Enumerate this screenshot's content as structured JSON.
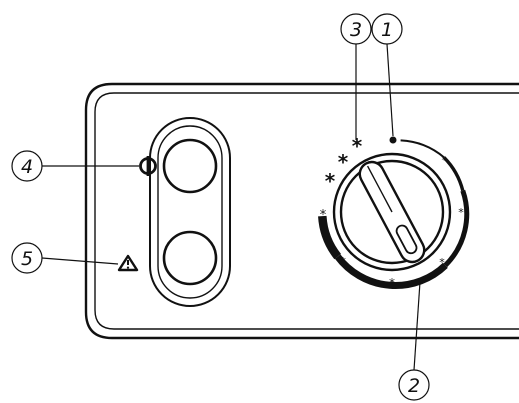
{
  "diagram": {
    "callouts": [
      {
        "id": "c1",
        "label": "1",
        "target": "indicator-dot"
      },
      {
        "id": "c2",
        "label": "2",
        "target": "temperature-scale"
      },
      {
        "id": "c3",
        "label": "3",
        "target": "three-star-mark"
      },
      {
        "id": "c4",
        "label": "4",
        "target": "power-button"
      },
      {
        "id": "c5",
        "label": "5",
        "target": "warning-button"
      }
    ],
    "icons": {
      "power": "power-symbol-icon",
      "warning": "warning-triangle-icon",
      "stars": "star-icon"
    },
    "colors": {
      "line": "#111111",
      "background": "#ffffff"
    }
  }
}
